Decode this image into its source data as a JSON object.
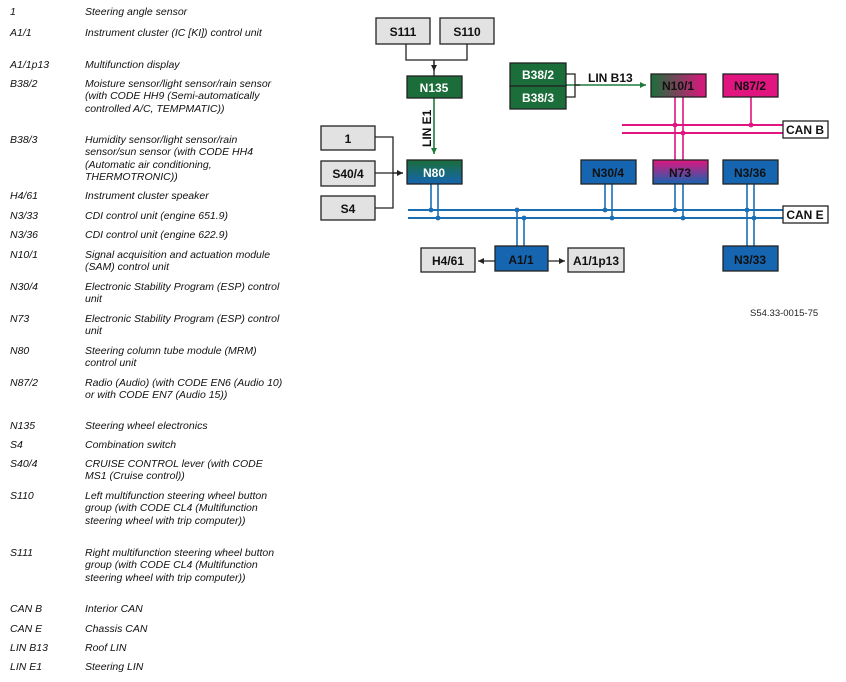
{
  "legend": [
    {
      "code": "1",
      "desc": "Steering angle sensor"
    },
    {
      "code": "A1/1",
      "desc": "Instrument cluster (IC [KI]) control unit"
    },
    {
      "code": "A1/1p13",
      "desc": "Multifunction display"
    },
    {
      "code": "B38/2",
      "desc": "Moisture sensor/light sensor/rain sensor (with CODE HH9 (Semi-automatically controlled A/C, TEMPMATIC))"
    },
    {
      "code": "B38/3",
      "desc": "Humidity sensor/light sensor/rain sensor/sun sensor (with CODE HH4 (Automatic air conditioning, THERMOTRONIC))"
    },
    {
      "code": "H4/61",
      "desc": "Instrument cluster speaker"
    },
    {
      "code": "N3/33",
      "desc": "CDI control unit (engine 651.9)"
    },
    {
      "code": "N3/36",
      "desc": "CDI control unit (engine 622.9)"
    },
    {
      "code": "N10/1",
      "desc": "Signal acquisition and actuation module (SAM) control unit"
    },
    {
      "code": "N30/4",
      "desc": "Electronic Stability Program (ESP) control unit"
    },
    {
      "code": "N73",
      "desc": "Electronic Stability Program (ESP) control unit"
    },
    {
      "code": "N80",
      "desc": "Steering column tube module (MRM) control unit"
    },
    {
      "code": "N87/2",
      "desc": "Radio (Audio) (with CODE EN6 (Audio 10) or with CODE EN7 (Audio 15))"
    },
    {
      "code": "N135",
      "desc": "Steering wheel electronics"
    },
    {
      "code": "S4",
      "desc": "Combination switch"
    },
    {
      "code": "S40/4",
      "desc": "CRUISE CONTROL lever (with CODE MS1 (Cruise control))"
    },
    {
      "code": "S110",
      "desc": "Left multifunction steering wheel button group (with CODE CL4 (Multifunction steering wheel with trip computer))"
    },
    {
      "code": "S111",
      "desc": "Right multifunction steering wheel button group (with CODE CL4 (Multifunction steering wheel with trip computer))"
    },
    {
      "code": "CAN B",
      "desc": "Interior CAN"
    },
    {
      "code": "CAN E",
      "desc": "Chassis CAN"
    },
    {
      "code": "LIN B13",
      "desc": "Roof LIN"
    },
    {
      "code": "LIN E1",
      "desc": "Steering LIN"
    }
  ],
  "diagram": {
    "nodes": {
      "s111": "S111",
      "s110": "S110",
      "n135": "N135",
      "b38_2": "B38/2",
      "b38_3": "B38/3",
      "n10_1": "N10/1",
      "n87_2": "N87/2",
      "one": "1",
      "s40_4": "S40/4",
      "s4": "S4",
      "n80": "N80",
      "n30_4": "N30/4",
      "n73": "N73",
      "n3_36": "N3/36",
      "h4_61": "H4/61",
      "a1_1": "A1/1",
      "a1_1p13": "A1/1p13",
      "n3_33": "N3/33"
    },
    "buses": {
      "lin_e1": "LIN E1",
      "lin_b13": "LIN B13",
      "can_b": "CAN B",
      "can_e": "CAN E"
    },
    "figure_id": "S54.33-0015-75"
  },
  "colors": {
    "can_e": "#1a6fb4",
    "can_b": "#e0157f",
    "lin": "#1f7a3a",
    "green_fill": "#1b6e3a",
    "blue_fill": "#1565b0",
    "magenta_fill": "#e0157f",
    "grey_fill": "#e2e2e2"
  }
}
